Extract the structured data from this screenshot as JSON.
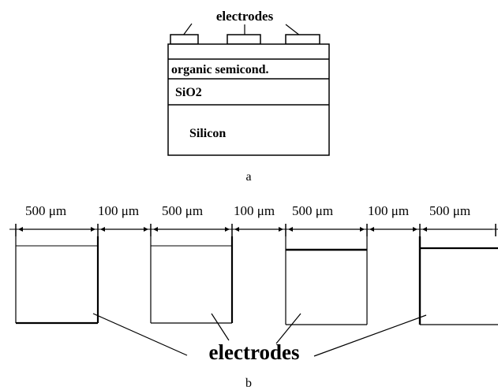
{
  "panel_a": {
    "title_label": "electrodes",
    "layers": {
      "semiconductor": "organic semicond.",
      "oxide": "SiO2",
      "substrate": "Silicon"
    },
    "caption": "a"
  },
  "panel_b": {
    "dimensions": [
      "500 μm",
      "100 μm",
      "500 μm",
      "100 μm",
      "500 μm",
      "100 μm",
      "500 μm"
    ],
    "electrodes_label": "electrodes",
    "caption": "b"
  }
}
